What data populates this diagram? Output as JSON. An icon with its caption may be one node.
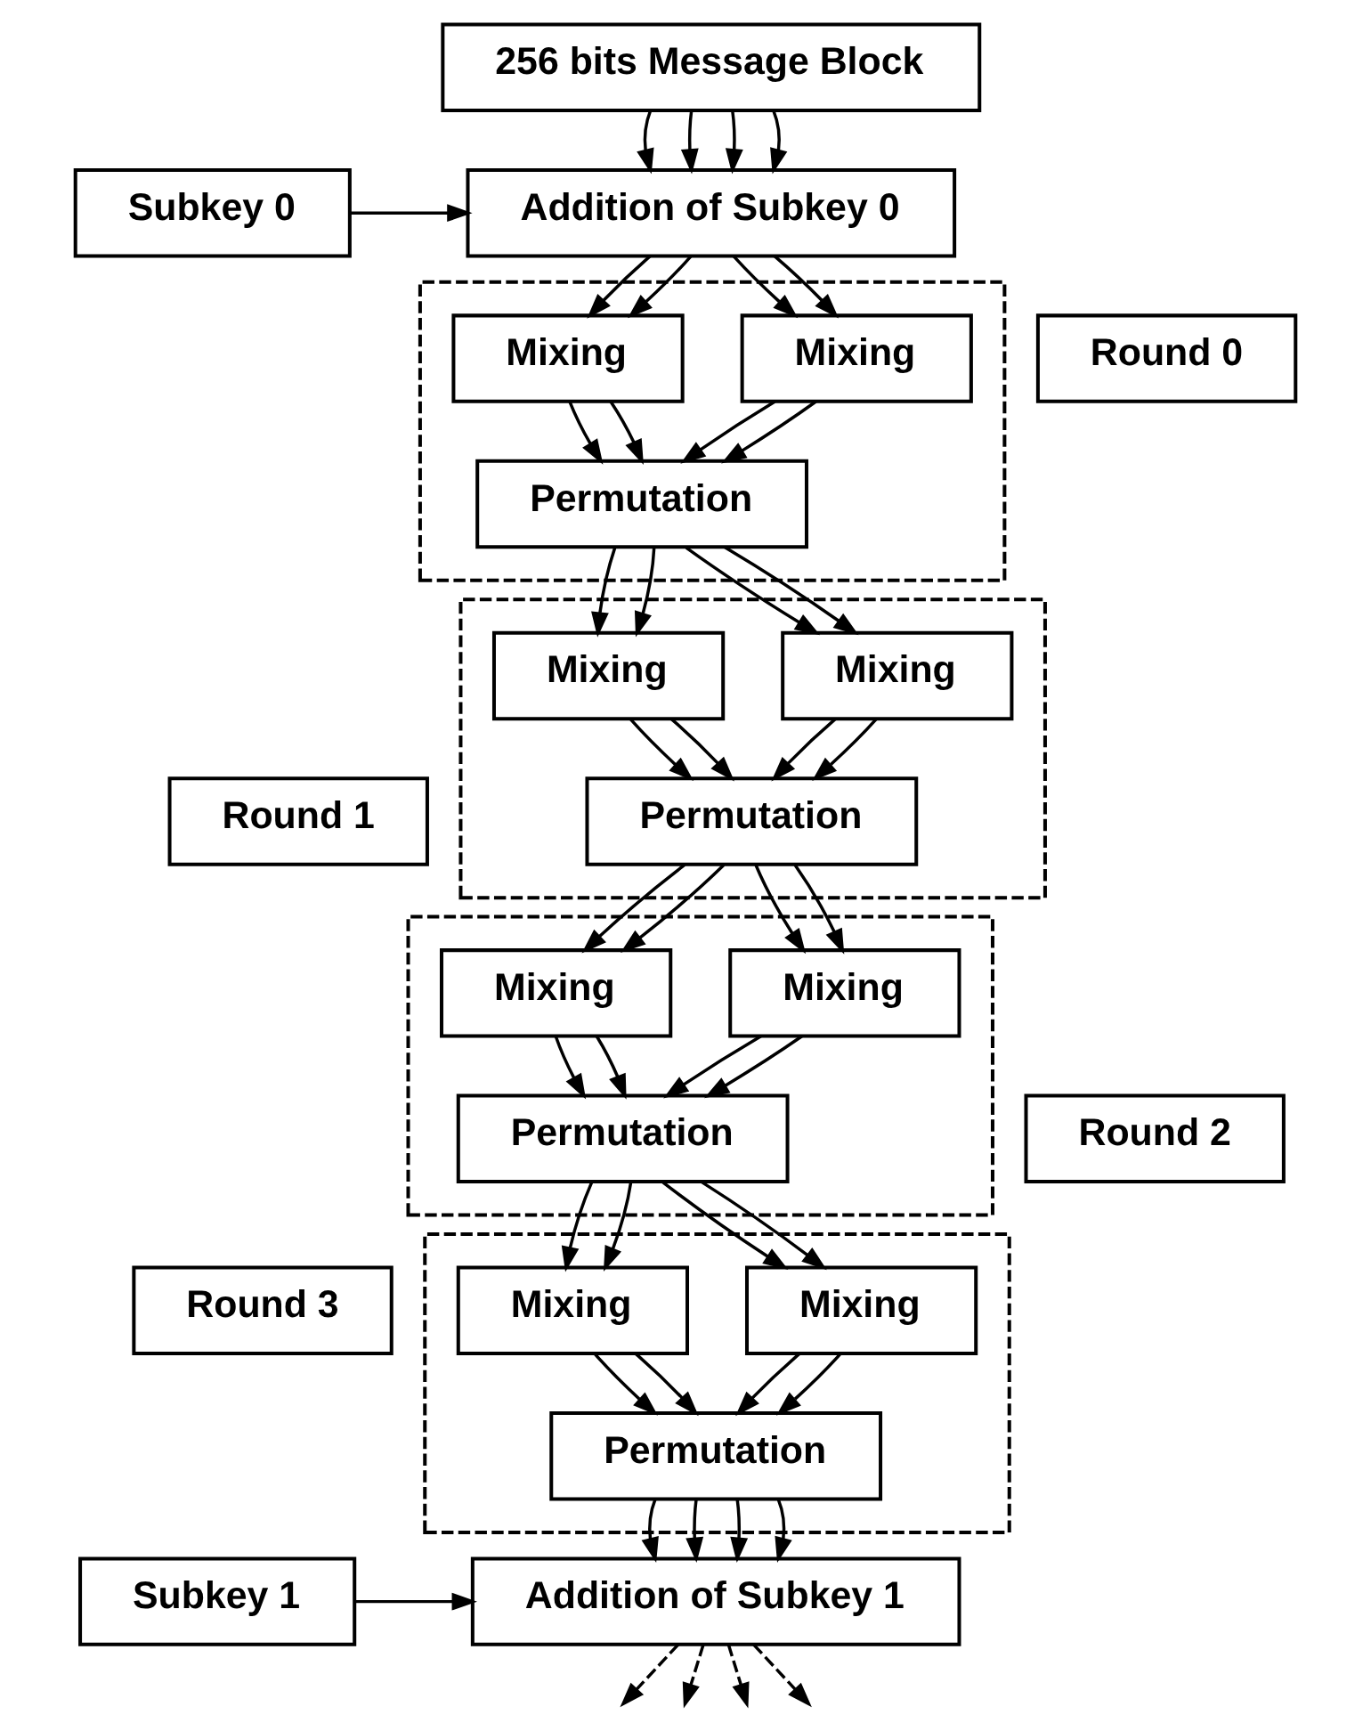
{
  "diagram": {
    "nodes": [
      {
        "text": [
          "256 bits Message Block"
        ]
      },
      {
        "text": [
          "Subkey 0"
        ]
      },
      {
        "text": [
          "Addition of Subkey 0"
        ]
      },
      {
        "text": [],
        "shape": "box"
      },
      {
        "text": [
          "Mixing"
        ],
        "in": 3
      },
      {
        "text": [
          "Mixing"
        ],
        "in": 3
      },
      {
        "text": [
          "Permutation"
        ],
        "in": 3
      },
      {
        "text": [
          "Round 0"
        ]
      },
      {
        "text": [],
        "shape": "box"
      },
      {
        "text": [
          "Mixing"
        ],
        "in": 8
      },
      {
        "text": [
          "Mixing"
        ],
        "in": 8
      },
      {
        "text": [
          "Permutation"
        ],
        "in": 8
      },
      {
        "text": [
          "Round 1"
        ]
      },
      {
        "text": [],
        "shape": "box"
      },
      {
        "text": [
          "Mixing"
        ],
        "in": 13
      },
      {
        "text": [
          "Mixing"
        ],
        "in": 13
      },
      {
        "text": [
          "Permutation"
        ],
        "in": 13
      },
      {
        "text": [
          "Round 2"
        ]
      },
      {
        "text": [],
        "shape": "box"
      },
      {
        "text": [
          "Mixing"
        ],
        "in": 18
      },
      {
        "text": [
          "Mixing"
        ],
        "in": 18
      },
      {
        "text": [
          "Permutation"
        ],
        "in": 18
      },
      {
        "text": [
          "Round 3"
        ]
      },
      {
        "text": [
          "Subkey 1"
        ]
      },
      {
        "text": [
          "Addition of Subkey 1"
        ]
      }
    ],
    "edges": [
      {
        "from": 0,
        "to": 2,
        "arrow": "to"
      },
      {
        "from": 0,
        "to": 2,
        "arrow": "to"
      },
      {
        "from": 0,
        "to": 2,
        "arrow": "to"
      },
      {
        "from": 0,
        "to": 2,
        "arrow": "to"
      },
      {
        "from": 1,
        "to": 2,
        "arrow": "to"
      },
      {
        "from": 2,
        "to": 4,
        "arrow": "to"
      },
      {
        "from": 2,
        "to": 4,
        "arrow": "to"
      },
      {
        "from": 2,
        "to": 5,
        "arrow": "to"
      },
      {
        "from": 2,
        "to": 5,
        "arrow": "to"
      },
      {
        "from": 4,
        "to": 6,
        "arrow": "to"
      },
      {
        "from": 4,
        "to": 6,
        "arrow": "to"
      },
      {
        "from": 5,
        "to": 6,
        "arrow": "to"
      },
      {
        "from": 5,
        "to": 6,
        "arrow": "to"
      },
      {
        "from": 6,
        "to": 9,
        "arrow": "to"
      },
      {
        "from": 6,
        "to": 9,
        "arrow": "to"
      },
      {
        "from": 6,
        "to": 10,
        "arrow": "to"
      },
      {
        "from": 6,
        "to": 10,
        "arrow": "to"
      },
      {
        "from": 9,
        "to": 11,
        "arrow": "to"
      },
      {
        "from": 9,
        "to": 11,
        "arrow": "to"
      },
      {
        "from": 10,
        "to": 11,
        "arrow": "to"
      },
      {
        "from": 10,
        "to": 11,
        "arrow": "to"
      },
      {
        "from": 11,
        "to": 14,
        "arrow": "to"
      },
      {
        "from": 11,
        "to": 14,
        "arrow": "to"
      },
      {
        "from": 11,
        "to": 15,
        "arrow": "to"
      },
      {
        "from": 11,
        "to": 15,
        "arrow": "to"
      },
      {
        "from": 14,
        "to": 16,
        "arrow": "to"
      },
      {
        "from": 14,
        "to": 16,
        "arrow": "to"
      },
      {
        "from": 15,
        "to": 16,
        "arrow": "to"
      },
      {
        "from": 15,
        "to": 16,
        "arrow": "to"
      },
      {
        "from": 16,
        "to": 19,
        "arrow": "to"
      },
      {
        "from": 16,
        "to": 19,
        "arrow": "to"
      },
      {
        "from": 16,
        "to": 20,
        "arrow": "to"
      },
      {
        "from": 16,
        "to": 20,
        "arrow": "to"
      },
      {
        "from": 19,
        "to": 21,
        "arrow": "to"
      },
      {
        "from": 19,
        "to": 21,
        "arrow": "to"
      },
      {
        "from": 20,
        "to": 21,
        "arrow": "to"
      },
      {
        "from": 20,
        "to": 21,
        "arrow": "to"
      },
      {
        "from": 21,
        "to": 24,
        "arrow": "to"
      },
      {
        "from": 21,
        "to": 24,
        "arrow": "to"
      },
      {
        "from": 21,
        "to": 24,
        "arrow": "to"
      },
      {
        "from": 21,
        "to": 24,
        "arrow": "to"
      },
      {
        "from": 23,
        "to": 24,
        "arrow": "to"
      },
      {
        "from": 24,
        "to": null,
        "arrow": "to",
        "style": "dashed"
      },
      {
        "from": 24,
        "to": null,
        "arrow": "to",
        "style": "dashed"
      },
      {
        "from": 24,
        "to": null,
        "arrow": "to",
        "style": "dashed"
      },
      {
        "from": 24,
        "to": null,
        "arrow": "to",
        "style": "dashed"
      }
    ]
  }
}
